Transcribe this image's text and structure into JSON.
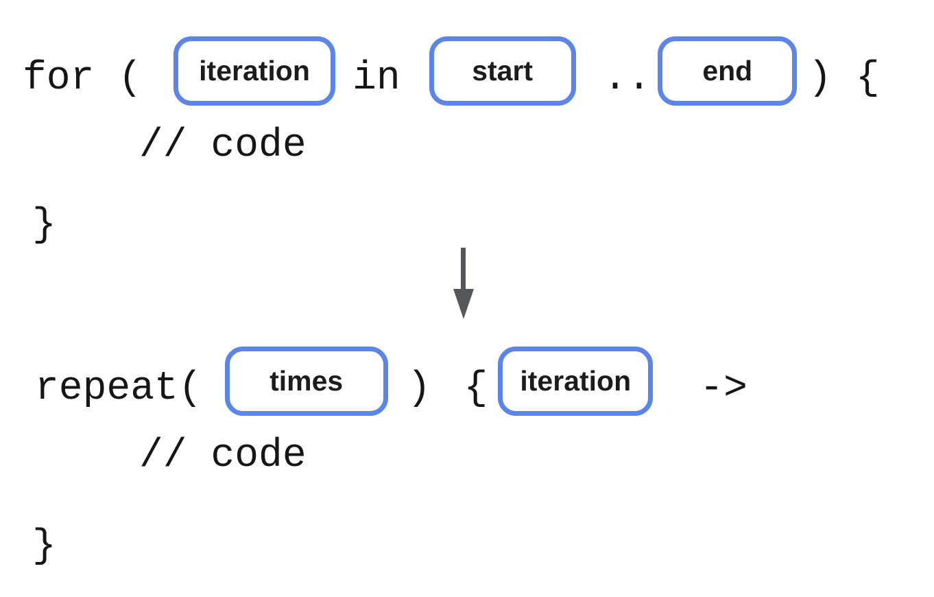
{
  "palette": {
    "background": "#ffffff",
    "slot_border": "#5b85e8",
    "code_text": "#161616",
    "label_text": "#1c1c1e",
    "arrow": "#55575a"
  },
  "icons": {
    "down_arrow": "↓"
  },
  "diagram": {
    "before": {
      "for_open": "for (",
      "slot_iteration": "iteration",
      "in_keyword": "in",
      "slot_start": "start",
      "range_operator": "..",
      "slot_end": "end",
      "close_paren_open_brace": ") {",
      "body_comment": "// code",
      "closing_brace": "}"
    },
    "after": {
      "repeat_open": "repeat(",
      "slot_times": "times",
      "close_paren": ")",
      "open_brace": "{",
      "slot_iteration": "iteration",
      "lambda_arrow": "->",
      "body_comment": "// code",
      "closing_brace": "}"
    }
  }
}
